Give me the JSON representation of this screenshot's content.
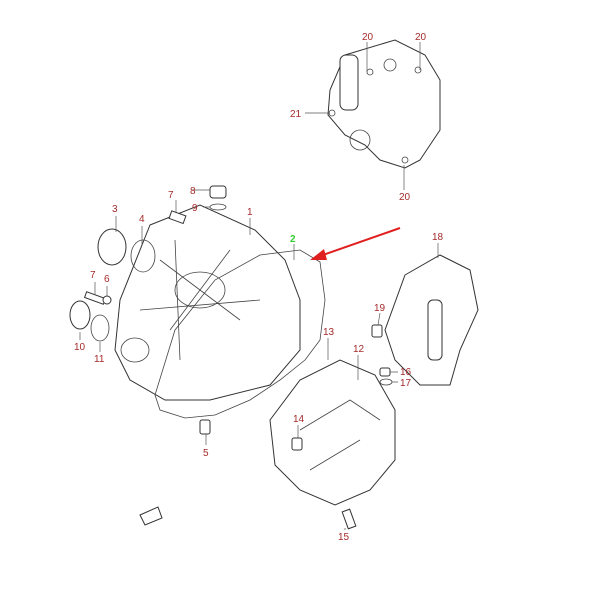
{
  "diagram": {
    "highlighted_part": "2",
    "colors": {
      "label": "#a52a2a",
      "highlight": "#33cc33",
      "arrow": "#e02020"
    },
    "labels": {
      "p20a": "20",
      "p20b": "20",
      "p21": "21",
      "p20c": "20",
      "p1": "1",
      "p2": "2",
      "p3": "3",
      "p4": "4",
      "p7a": "7",
      "p8": "8",
      "p9": "9",
      "p7b": "7",
      "p6": "6",
      "p10": "10",
      "p11": "11",
      "p5": "5",
      "p13": "13",
      "p12": "12",
      "p14": "14",
      "p15": "15",
      "p16": "16",
      "p17": "17",
      "p18": "18",
      "p19": "19"
    }
  }
}
